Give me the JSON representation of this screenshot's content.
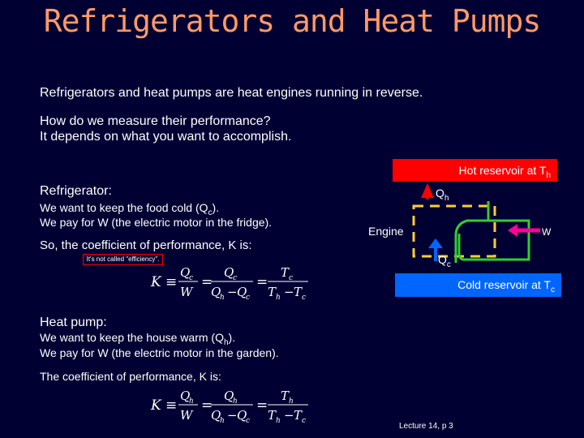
{
  "title": "Refrigerators and Heat Pumps",
  "intro": "Refrigerators and heat pumps are heat engines running in reverse.",
  "question_line1": "How do we measure their performance?",
  "question_line2": "It depends on what you want to accomplish.",
  "refrigerator": {
    "heading": "Refrigerator:",
    "line1_pre": "We want to keep the food cold (Q",
    "line1_sub": "c",
    "line1_post": ").",
    "line2": "We pay for W (the electric motor in the fridge).",
    "cop_line": "So, the coefficient of performance, K is:",
    "note": "It's not called \"efficiency\".",
    "formula": {
      "lhs": "K",
      "num1": "Q",
      "num1_sub": "c",
      "den1": "W",
      "num2": "Q",
      "num2_sub": "c",
      "den2_a": "Q",
      "den2_a_sub": "h",
      "den2_b": "Q",
      "den2_b_sub": "c",
      "num3": "T",
      "num3_sub": "c",
      "den3_a": "T",
      "den3_a_sub": "h",
      "den3_b": "T",
      "den3_b_sub": "c"
    }
  },
  "heat_pump": {
    "heading": "Heat pump:",
    "line1_pre": "We want to keep the house warm (Q",
    "line1_sub": "h",
    "line1_post": ").",
    "line2": "We pay for W (the electric motor in the garden).",
    "cop_line": "The coefficient of performance, K is:",
    "formula": {
      "lhs": "K",
      "num1": "Q",
      "num1_sub": "h",
      "den1": "W",
      "num2": "Q",
      "num2_sub": "h",
      "den2_a": "Q",
      "den2_a_sub": "h",
      "den2_b": "Q",
      "den2_b_sub": "c",
      "num3": "T",
      "num3_sub": "h",
      "den3_a": "T",
      "den3_a_sub": "h",
      "den3_b": "T",
      "den3_b_sub": "c"
    }
  },
  "diagram": {
    "hot_label": "Hot reservoir at T",
    "hot_sub": "h",
    "cold_label": "Cold reservoir at T",
    "cold_sub": "c",
    "qh_label": "Q",
    "qh_sub": "h",
    "qc_label": "Q",
    "qc_sub": "c",
    "engine_label": "Engine",
    "w_label": "W",
    "colors": {
      "hot": "#ff0000",
      "cold": "#0066ff",
      "engine": "#ffcc33",
      "pipe": "#33cc33",
      "work_arrow": "#ff0099"
    }
  },
  "footer": "Lecture 14, p 3"
}
